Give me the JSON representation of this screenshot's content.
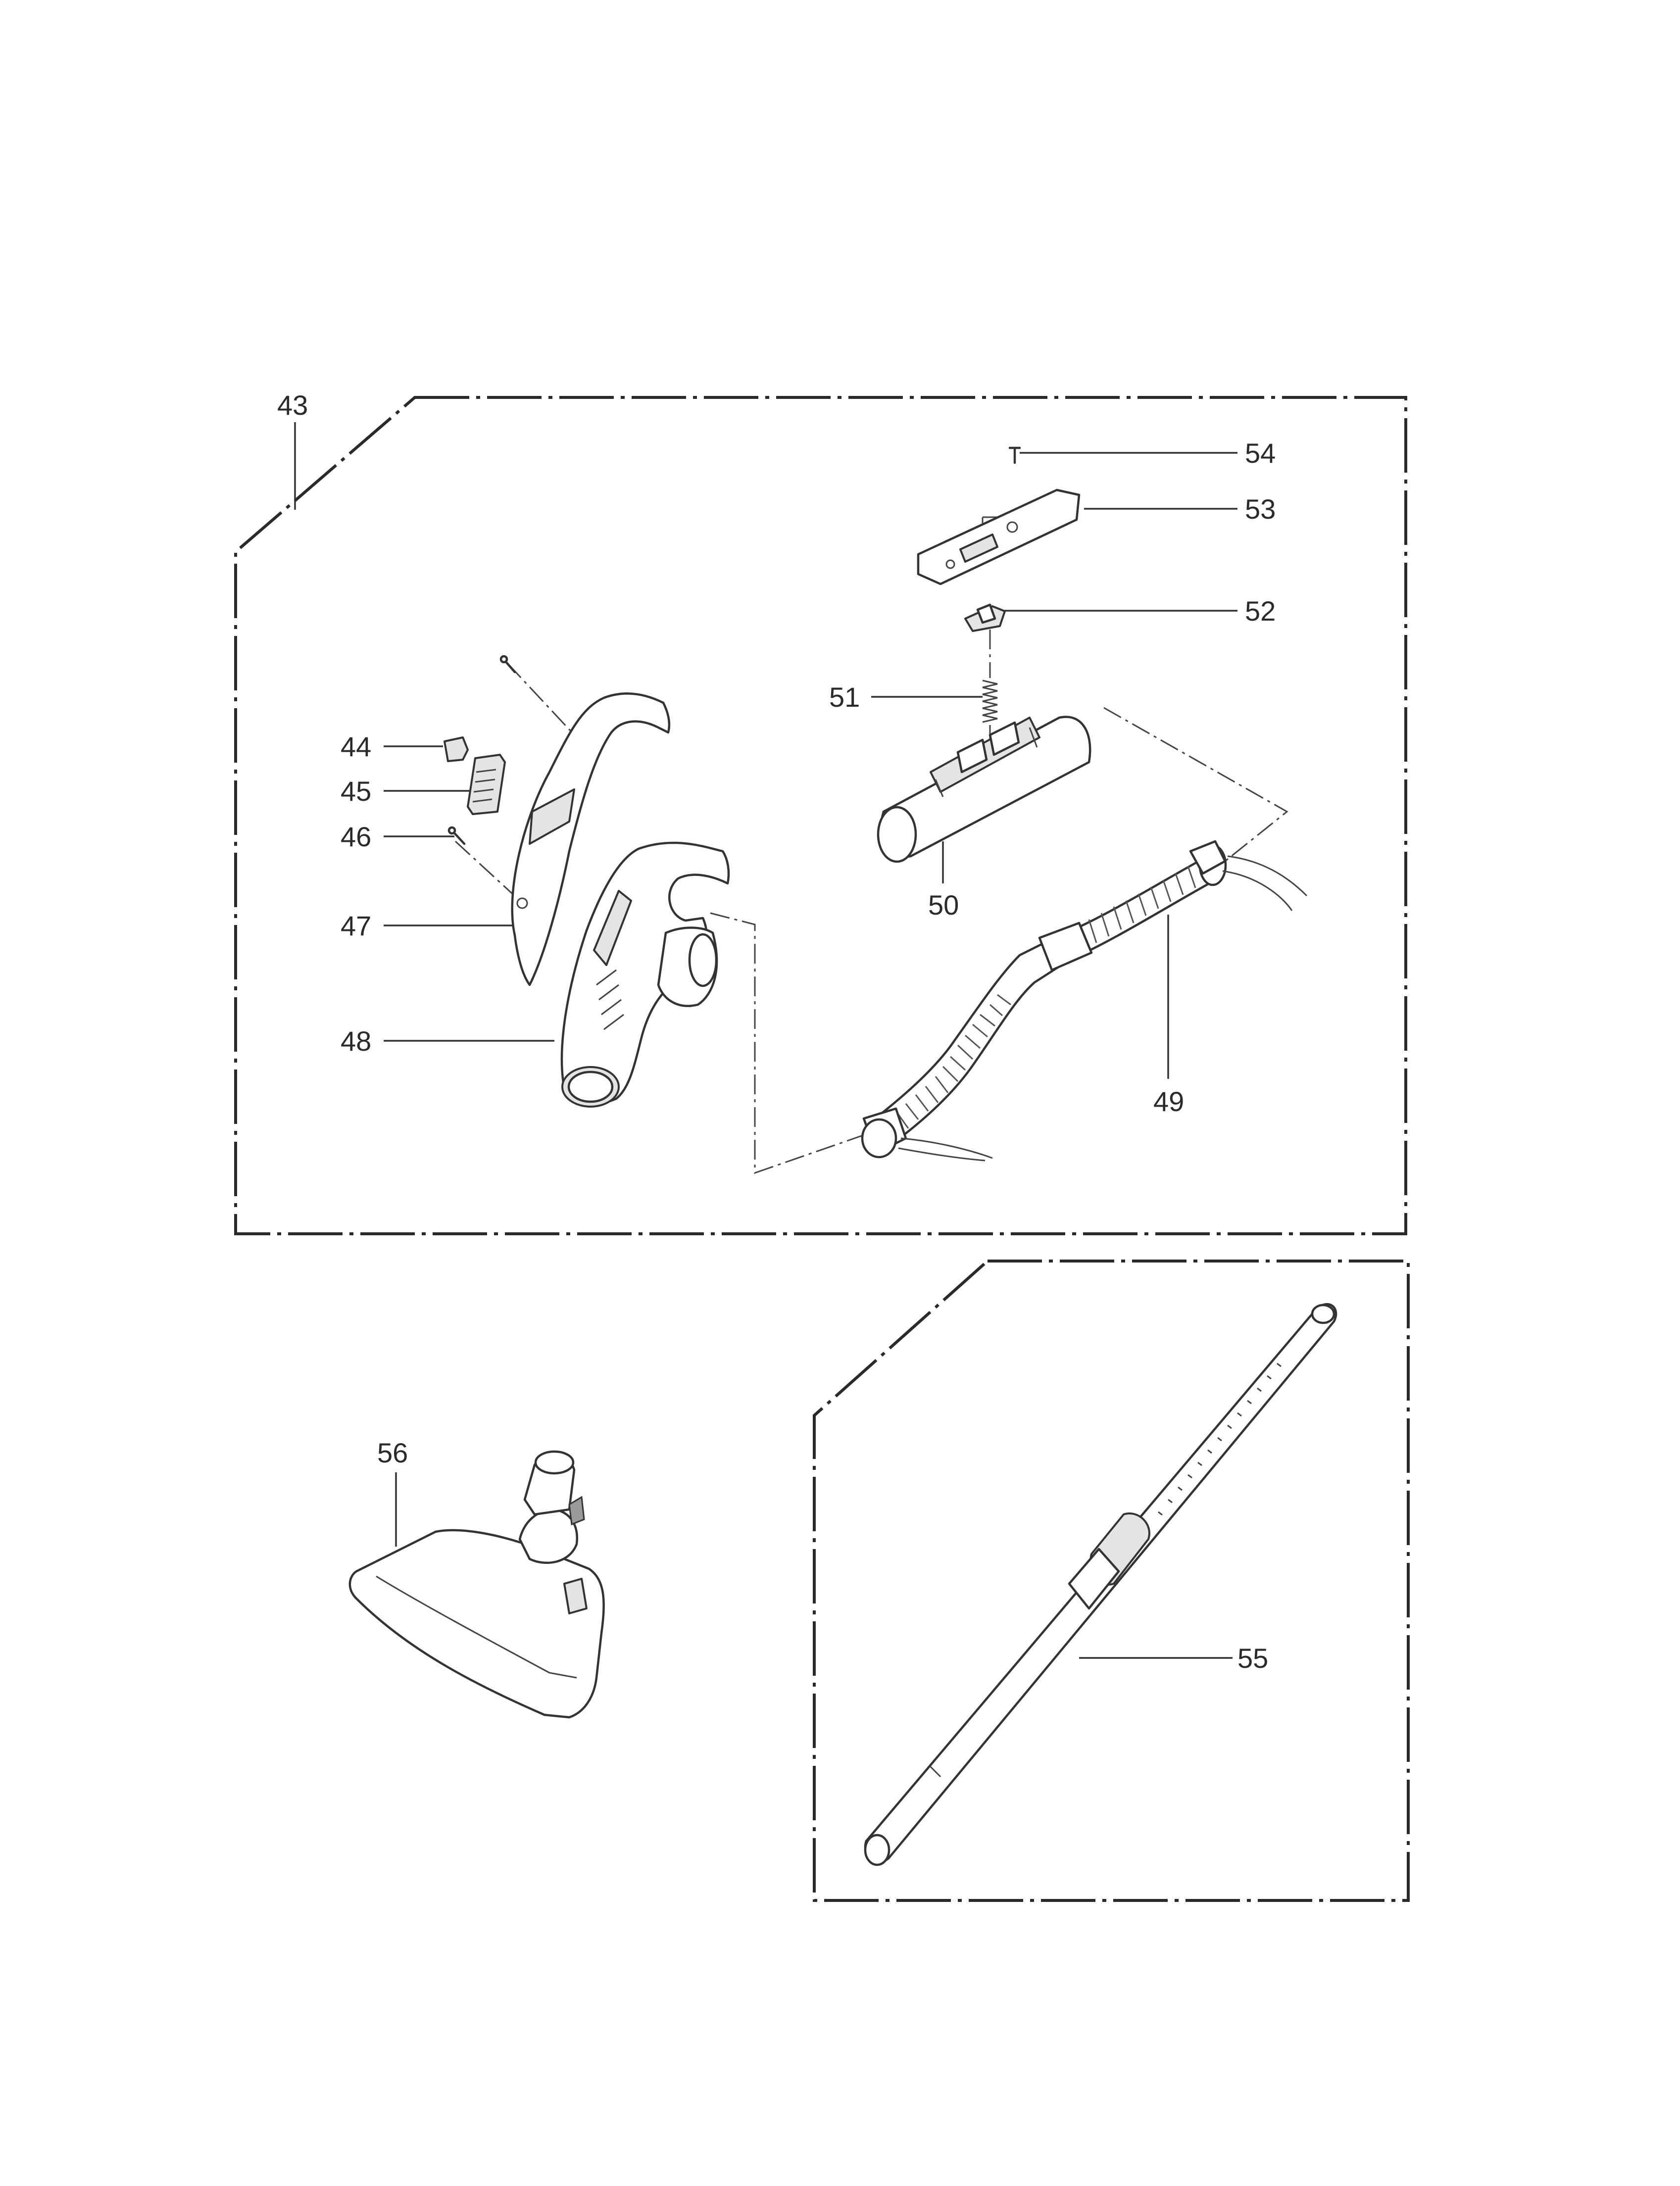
{
  "callouts": {
    "n43": "43",
    "n44": "44",
    "n45": "45",
    "n46": "46",
    "n47": "47",
    "n48": "48",
    "n49": "49",
    "n50": "50",
    "n51": "51",
    "n52": "52",
    "n53": "53",
    "n54": "54",
    "n55": "55",
    "n56": "56"
  },
  "colors": {
    "line": "#2a2a2a",
    "background": "#ffffff"
  }
}
